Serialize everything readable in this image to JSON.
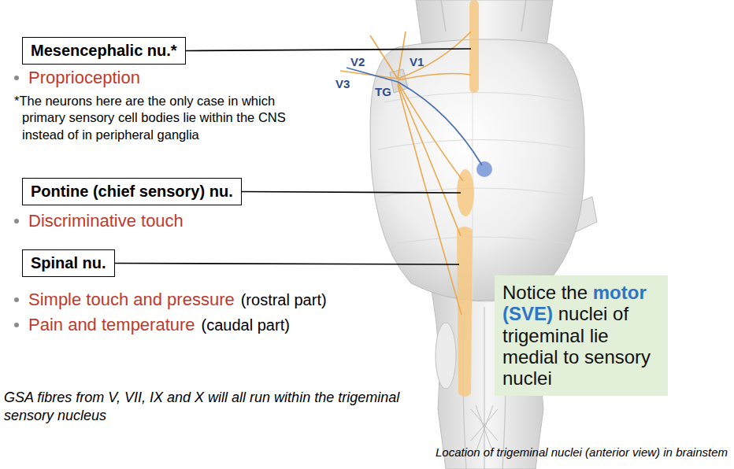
{
  "diagram": {
    "caption": "Location of trigeminal nuclei (anterior view) in brainstem",
    "nodes": [
      {
        "text": [
          "Mesencephalic nu.*"
        ]
      },
      {
        "text": [
          "Pontine (chief sensory) nu."
        ]
      },
      {
        "text": [
          "Spinal nu."
        ]
      },
      {
        "text": [
          "Notice the",
          "motor (SVE)",
          "nuclei of trigeminal lie medial to sensory nuclei"
        ]
      }
    ],
    "labels": [
      "V2",
      "V1",
      "V3",
      "TG",
      "Proprioception",
      "*The neurons here are the only case in which primary sensory cell bodies lie within the CNS instead of in peripheral ganglia",
      "Discriminative touch",
      "Simple touch and pressure",
      "(rostral part)",
      "Pain and temperature",
      "(caudal part)",
      "GSA fibres from V, VII, IX and X will all run within the trigeminal sensory nucleus"
    ]
  }
}
